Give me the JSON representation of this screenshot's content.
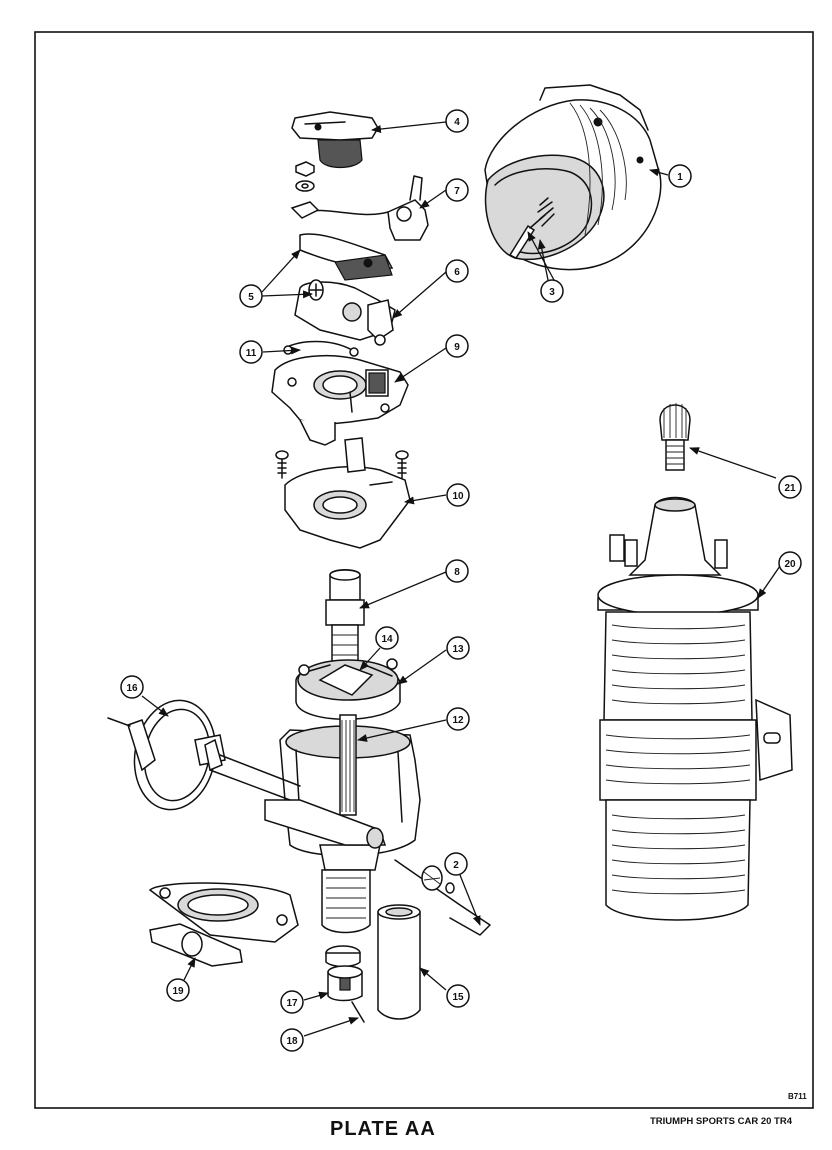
{
  "plate_title": "PLATE AA",
  "footer_title": "TRIUMPH SPORTS CAR 20 TR4",
  "ref_code": "B711",
  "callouts": [
    "1",
    "2",
    "3",
    "4",
    "5",
    "6",
    "7",
    "8",
    "9",
    "10",
    "11",
    "12",
    "13",
    "14",
    "15",
    "16",
    "17",
    "18",
    "19",
    "20",
    "21"
  ]
}
